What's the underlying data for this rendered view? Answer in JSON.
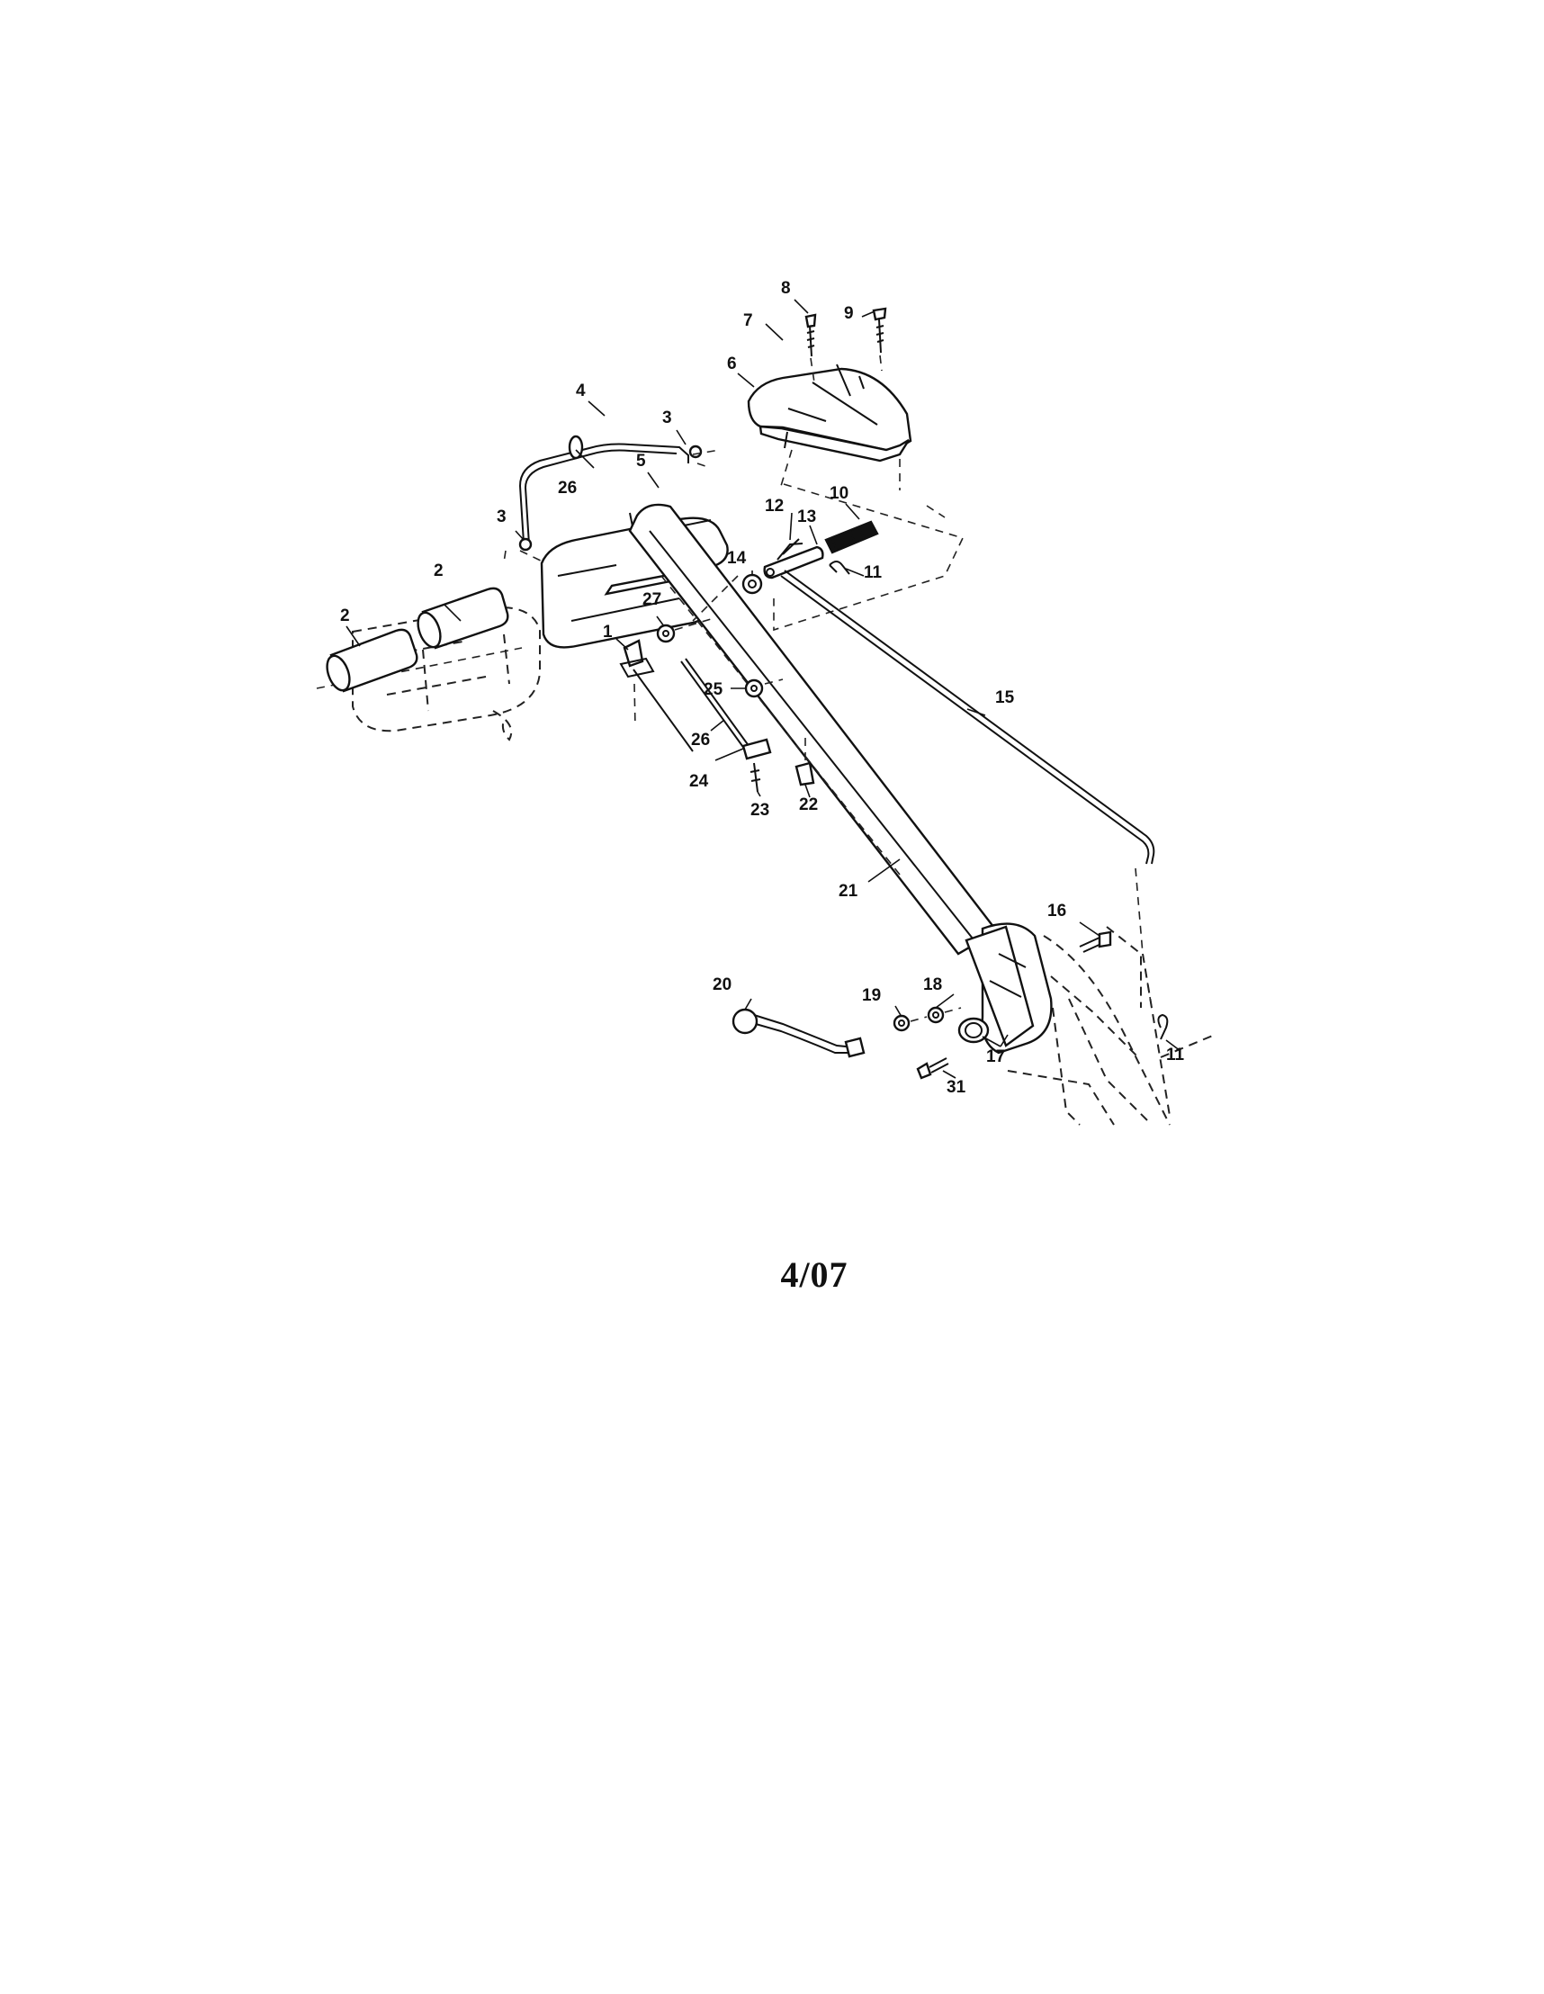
{
  "footer": {
    "date_code": "4/07"
  },
  "callouts": {
    "c1": "1",
    "c2a": "2",
    "c2b": "2",
    "c3a": "3",
    "c3b": "3",
    "c4": "4",
    "c5": "5",
    "c6": "6",
    "c7": "7",
    "c8": "8",
    "c9": "9",
    "c10": "10",
    "c11a": "11",
    "c11b": "11",
    "c12": "12",
    "c13": "13",
    "c14": "14",
    "c15": "15",
    "c16": "16",
    "c17": "17",
    "c18": "18",
    "c19": "19",
    "c20": "20",
    "c21": "21",
    "c22": "22",
    "c23": "23",
    "c24": "24",
    "c25": "25",
    "c26a": "26",
    "c26b": "26",
    "c27": "27",
    "c31": "31"
  }
}
